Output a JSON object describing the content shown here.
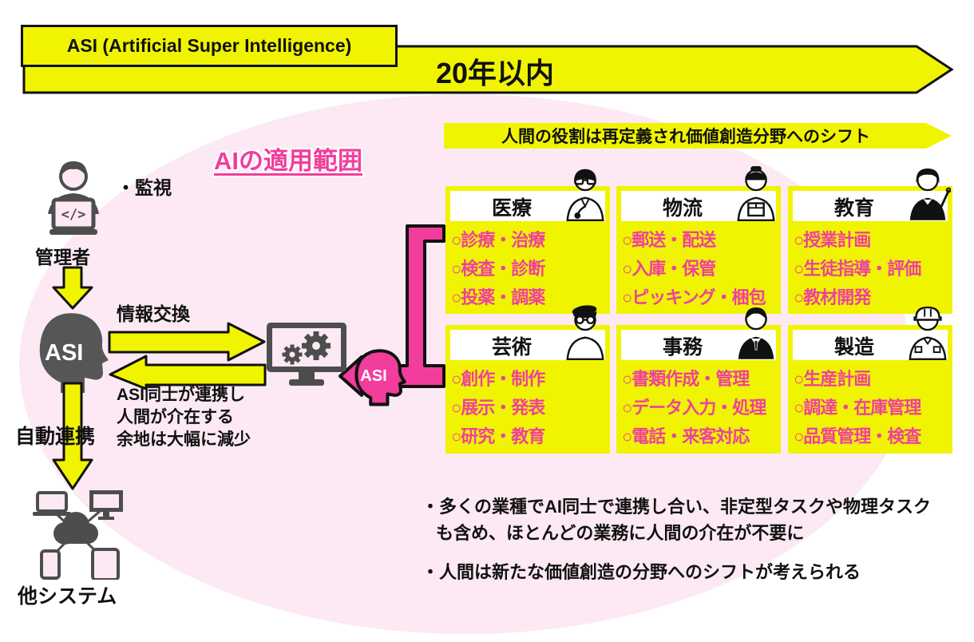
{
  "colors": {
    "yellow": "#f0f400",
    "magenta": "#f23d9d",
    "pink_background": "#fce9f3",
    "icon_gray": "#4d4d4d",
    "black": "#111111"
  },
  "header": {
    "asi_box": "ASI (Artificial Super Intelligence)",
    "timeline": "20年以内"
  },
  "scope_title": "AIの適用範囲",
  "left_flow": {
    "monitor_note": "・監視",
    "admin_label": "管理者",
    "asi_head_label": "ASI",
    "info_exchange_label": "情報交換",
    "collab_line1": "ASI同士が連携し",
    "collab_line2": "人間が介在する",
    "collab_line3": "余地は大幅に減少",
    "auto_link_label": "自動連携",
    "other_systems_label": "他システム",
    "asi_small_label": "ASI"
  },
  "banner": "人間の役割は再定義され価値創造分野へのシフト",
  "categories": [
    {
      "title": "医療",
      "icon": "doctor-icon",
      "items": [
        "○診療・治療",
        "○検査・診断",
        "○投薬・調薬"
      ]
    },
    {
      "title": "物流",
      "icon": "courier-icon",
      "items": [
        "○郵送・配送",
        "○入庫・保管",
        "○ピッキング・梱包"
      ]
    },
    {
      "title": "教育",
      "icon": "teacher-icon",
      "items": [
        "○授業計画",
        "○生徒指導・評価",
        "○教材開発"
      ]
    },
    {
      "title": "芸術",
      "icon": "artist-icon",
      "items": [
        "○創作・制作",
        "○展示・発表",
        "○研究・教育"
      ]
    },
    {
      "title": "事務",
      "icon": "office-worker-icon",
      "items": [
        "○書類作成・管理",
        "○データ入力・処理",
        "○電話・来客対応"
      ]
    },
    {
      "title": "製造",
      "icon": "factory-worker-icon",
      "items": [
        "○生産計画",
        "○調達・在庫管理",
        "○品質管理・検査"
      ]
    }
  ],
  "notes": {
    "line1": "・多くの業種でAI同士で連携し合い、非定型タスクや物理タスク",
    "line2": "も含め、ほとんどの業務に人間の介在が不要に",
    "line3": "・人間は新たな価値創造の分野へのシフトが考えられる"
  }
}
